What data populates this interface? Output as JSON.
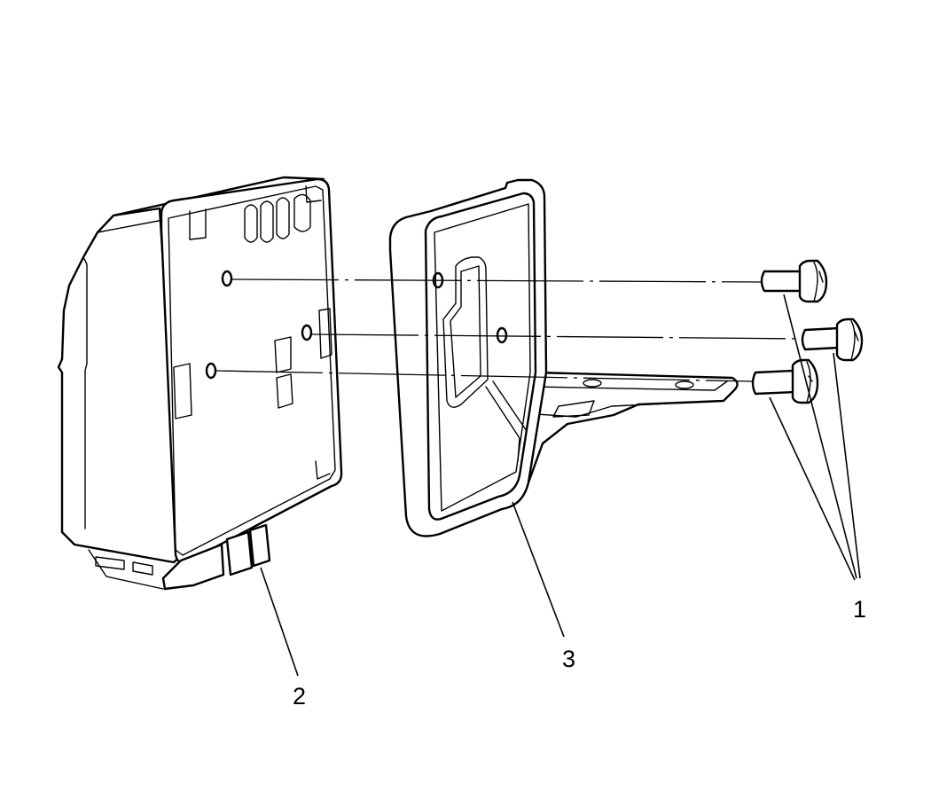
{
  "callouts": {
    "fastener": "1",
    "module": "2",
    "bracket": "3"
  }
}
